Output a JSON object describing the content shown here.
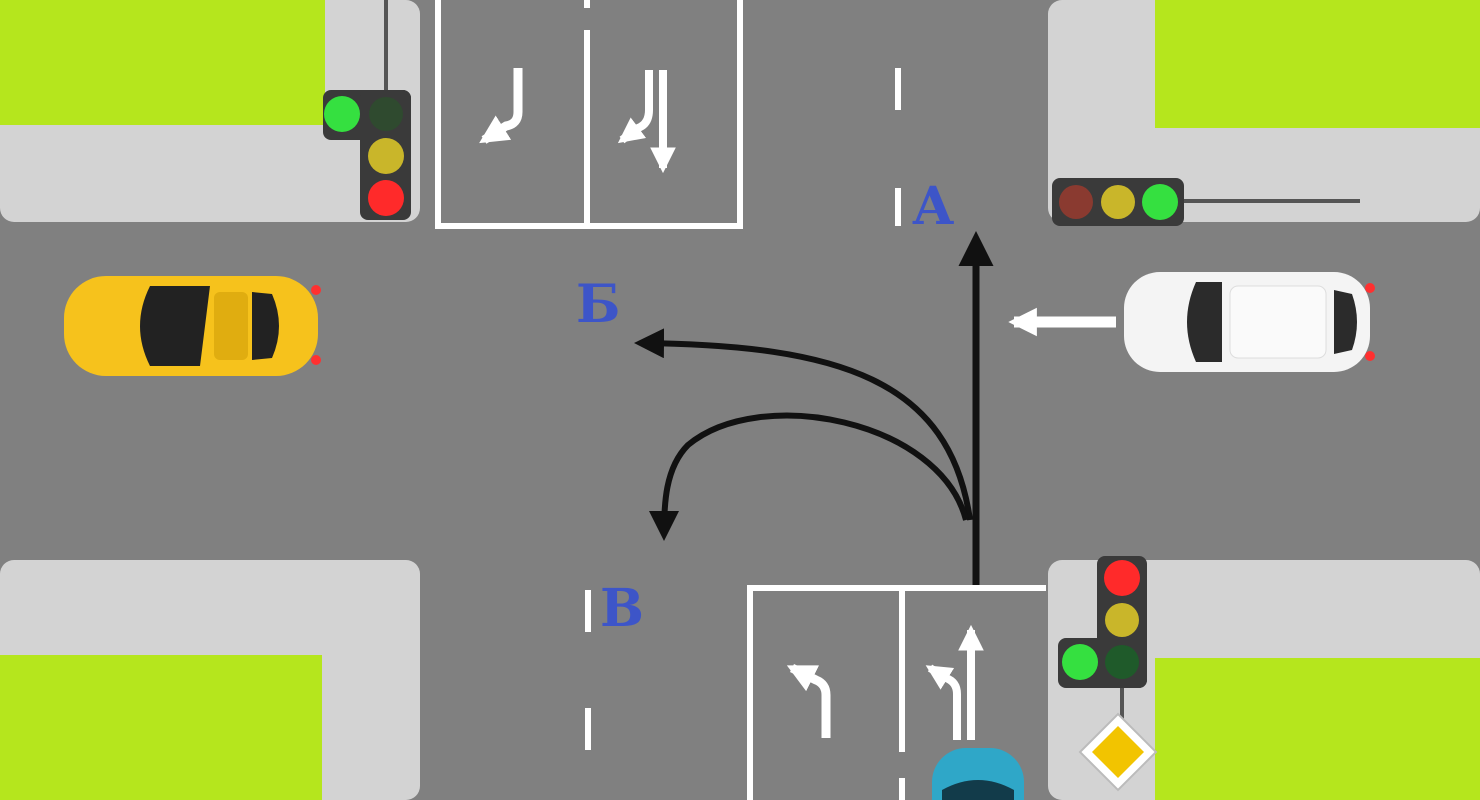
{
  "colors": {
    "road": "#808080",
    "sidewalk": "#d3d3d3",
    "grass": "#b5e61d",
    "marking": "#ffffff",
    "route_label": "#3d55c8",
    "route_arrow": "#111111",
    "signal_red": "#ff2a2a",
    "signal_yellow": "#c9b62a",
    "signal_green": "#35e040",
    "signal_housing": "#3a3a3a",
    "car_yellow": "#f6c21c",
    "car_white": "#f4f4f4",
    "car_teal": "#2fa7c8",
    "priority_sign": "#f2c400"
  },
  "routes": [
    {
      "id": "A",
      "label": "А",
      "direction": "straight"
    },
    {
      "id": "B",
      "label": "Б",
      "direction": "left-turn"
    },
    {
      "id": "V",
      "label": "В",
      "direction": "u-turn"
    }
  ],
  "traffic_lights": [
    {
      "id": "north-west",
      "state": "green-left-arrow-section",
      "main": "red"
    },
    {
      "id": "north-east",
      "state": "green",
      "main": "green"
    },
    {
      "id": "south-east",
      "state": "green-left-arrow-section",
      "main": "red"
    }
  ],
  "vehicles": [
    {
      "id": "yellow-car",
      "color": "yellow",
      "heading": "east"
    },
    {
      "id": "white-car",
      "color": "white",
      "heading": "west"
    },
    {
      "id": "teal-car",
      "color": "teal",
      "heading": "north"
    }
  ],
  "signs": [
    {
      "id": "main-road-sign",
      "type": "priority-road"
    }
  ],
  "lane_arrows": {
    "north_approach": [
      "left-turn",
      "left-or-straight"
    ],
    "south_approach": [
      "left-turn",
      "left-or-straight"
    ]
  }
}
